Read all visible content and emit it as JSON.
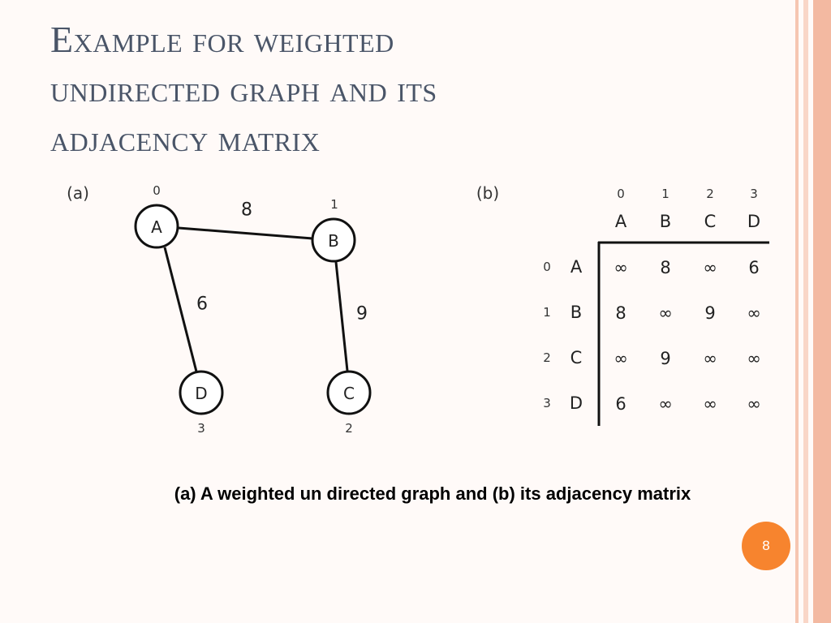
{
  "slide": {
    "title_lines": [
      "Example for weighted",
      "undirected graph and its",
      "adjacency matrix"
    ],
    "caption": "(a) A weighted un directed graph and (b) its adjacency matrix",
    "page_number": "8",
    "stripe_colors": [
      "#f6c6b2",
      "#f9d6c7",
      "#f3b9a1"
    ],
    "badge_color": "#f7842e"
  },
  "graph": {
    "panel_label": "(a)",
    "nodes": [
      {
        "id": "A",
        "index": "0"
      },
      {
        "id": "B",
        "index": "1"
      },
      {
        "id": "C",
        "index": "2"
      },
      {
        "id": "D",
        "index": "3"
      }
    ],
    "edges": [
      {
        "from": "A",
        "to": "B",
        "weight": "8"
      },
      {
        "from": "A",
        "to": "D",
        "weight": "6"
      },
      {
        "from": "B",
        "to": "C",
        "weight": "9"
      }
    ]
  },
  "matrix": {
    "panel_label": "(b)",
    "col_indices": [
      "0",
      "1",
      "2",
      "3"
    ],
    "col_labels": [
      "A",
      "B",
      "C",
      "D"
    ],
    "row_indices": [
      "0",
      "1",
      "2",
      "3"
    ],
    "row_labels": [
      "A",
      "B",
      "C",
      "D"
    ],
    "cells": [
      [
        "∞",
        "8",
        "∞",
        "6"
      ],
      [
        "8",
        "∞",
        "9",
        "∞"
      ],
      [
        "∞",
        "9",
        "∞",
        "∞"
      ],
      [
        "6",
        "∞",
        "∞",
        "∞"
      ]
    ]
  }
}
